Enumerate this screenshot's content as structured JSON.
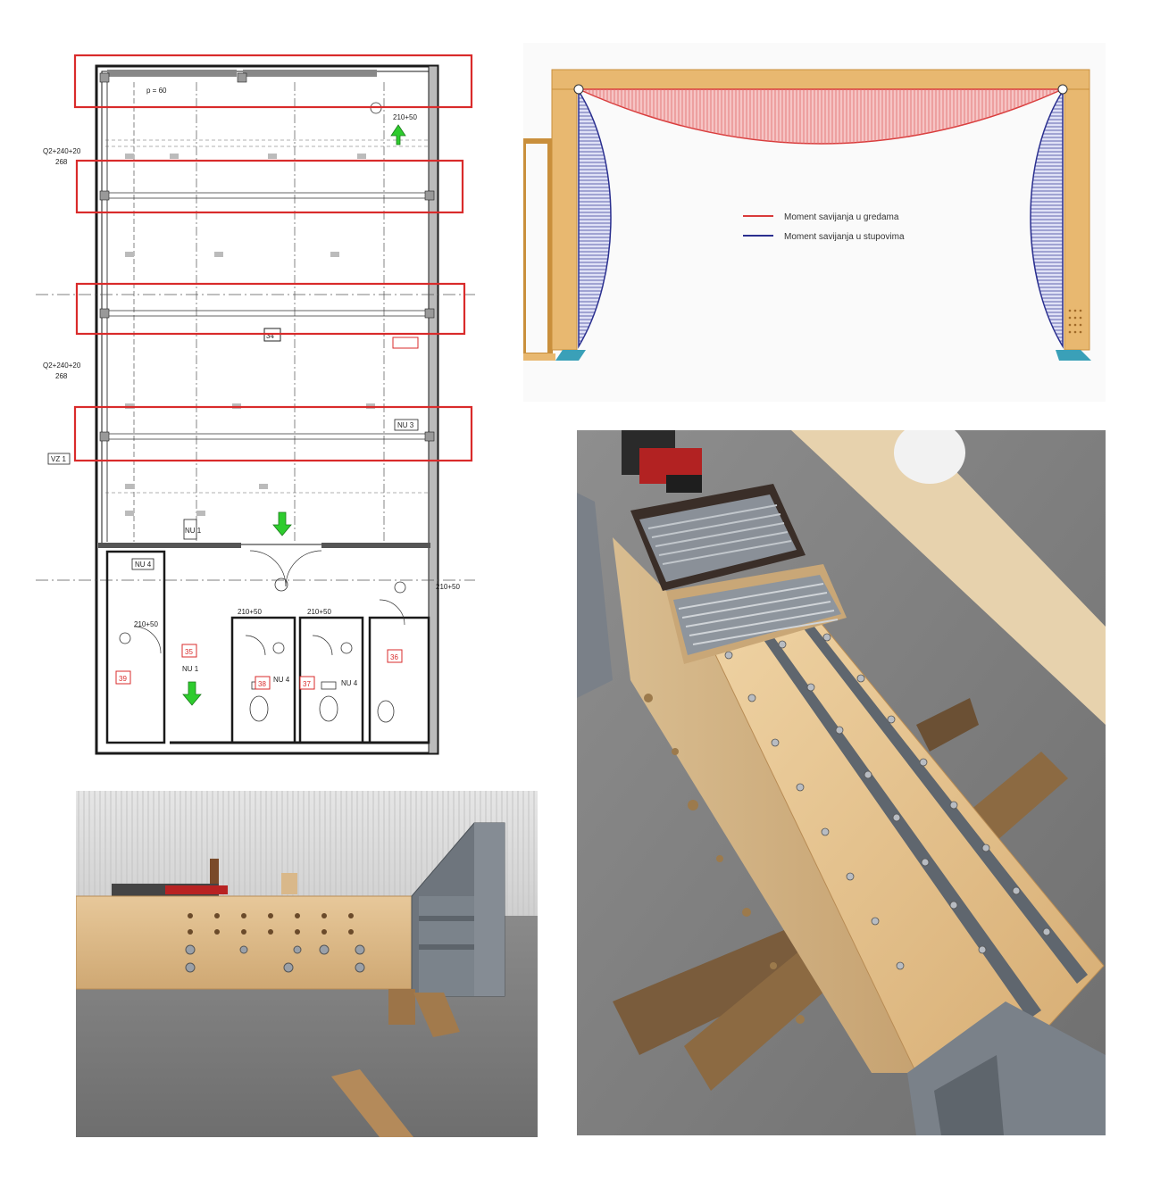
{
  "plan": {
    "labels": {
      "dim_top": "Q2+240+20",
      "dim_top_b": "268",
      "dim_mid": "Q2+240+20",
      "dim_mid_b": "268",
      "vz": "VZ 1",
      "nu3": "NU 3",
      "nu1a": "NU 1",
      "nu4a": "NU 4",
      "nu1b": "NU 1",
      "nu4b": "NU 4",
      "nu4c": "NU 4",
      "room34": "34",
      "room35": "35",
      "room36": "36",
      "room37": "37",
      "room38": "38",
      "room39": "39",
      "dim_door1": "210+50",
      "dim_door2": "210+50",
      "dim_door3": "210+50",
      "dim_door4": "210+50",
      "dim_door5": "210+50",
      "p_label": "p = 60"
    },
    "colors": {
      "highlight": "#d92b2b",
      "arrow": "#2ecc2e",
      "line": "#1a1a1a"
    }
  },
  "frame": {
    "legend": [
      {
        "label": "Moment savijanja u gredama",
        "color": "#d93a3a"
      },
      {
        "label": "Moment savijanja u stupovima",
        "color": "#2a2f8f"
      }
    ],
    "colors": {
      "timber": "#e8b870",
      "timber_dark": "#c98f3c",
      "support": "#3aa0b8",
      "beam_fill": "#f6b9b9",
      "col_fill": "#c9cdf0"
    }
  },
  "photos": {
    "beam_icon": "timber-beam-photo",
    "bolts_icon": "timber-bolts-photo"
  }
}
